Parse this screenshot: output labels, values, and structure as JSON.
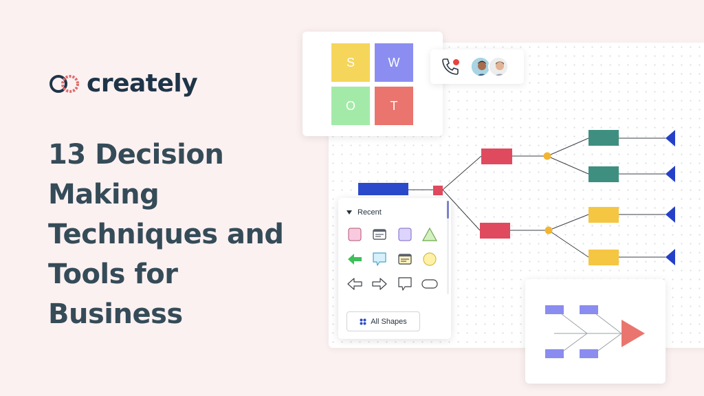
{
  "brand": {
    "name": "creately",
    "logo_icon": "creately-logo-icon",
    "color": "#1e3448",
    "accent": "#e06a6a"
  },
  "headline": {
    "lines": [
      "13 Decision",
      "Making",
      "Techniques and",
      "Tools for",
      "Business"
    ]
  },
  "swot": {
    "cells": [
      {
        "letter": "S",
        "color": "#f5d55a"
      },
      {
        "letter": "W",
        "color": "#8b8ef0"
      },
      {
        "letter": "O",
        "color": "#a3eaa9"
      },
      {
        "letter": "T",
        "color": "#e9756e"
      }
    ]
  },
  "call": {
    "icon": "phone-icon",
    "status_icon": "recording-dot-icon",
    "participants": [
      "avatar-1",
      "avatar-2"
    ]
  },
  "shapes_panel": {
    "section_label": "Recent",
    "button_label": "All Shapes",
    "button_icon": "grid-icon",
    "shapes": [
      "pink-square-icon",
      "window-card-icon",
      "purple-square-icon",
      "triangle-icon",
      "green-arrow-left-icon",
      "callout-icon",
      "yellow-card-icon",
      "circle-icon",
      "arrow-left-outline-icon",
      "arrow-right-outline-icon",
      "speech-bubble-icon",
      "rounded-rectangle-icon"
    ]
  },
  "decision_tree": {
    "colors": {
      "root": "#2b4acb",
      "junction": "#e04a5e",
      "branch": "#e04a5e",
      "chance": "#f2b531",
      "leaf_green": "#3f8f81",
      "leaf_yellow": "#f5c642",
      "end": "#2440c9"
    }
  },
  "fishbone": {
    "bone_color": "#8a8cf0",
    "head_color": "#e9756e"
  }
}
